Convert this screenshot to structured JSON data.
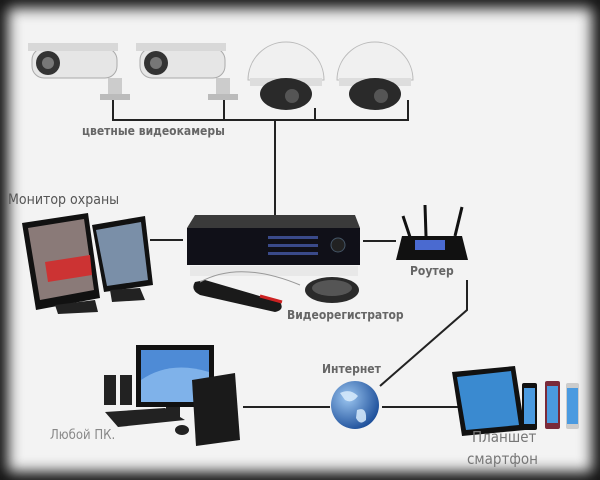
{
  "labels": {
    "cameras": "цветные  видеокамеры",
    "monitor": "Монитор охраны",
    "dvr": "Видеорегистратор",
    "router": "Роутер",
    "internet": "Интернет",
    "pc": "Любой ПК.",
    "tablet_line1": "Планшет",
    "tablet_line2": "смартфон"
  }
}
